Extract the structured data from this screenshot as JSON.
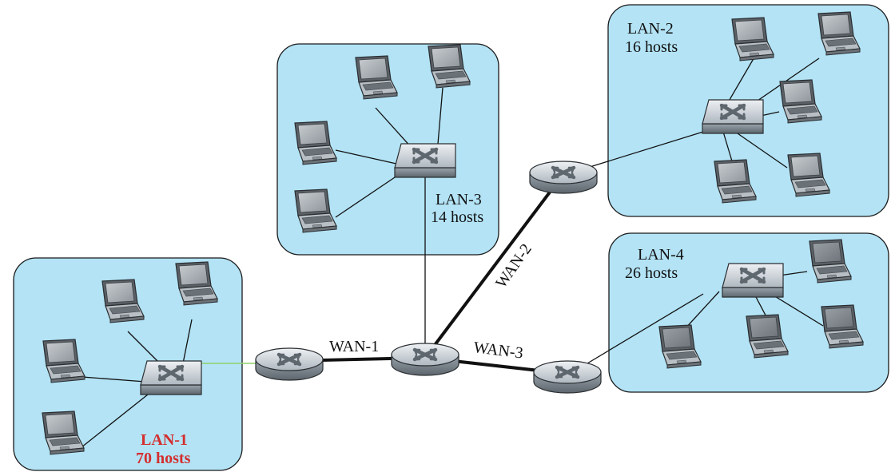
{
  "colors": {
    "lan_fill": "#b3e3f5",
    "highlight_text": "#d42e2e",
    "device_light": "#d7dde2",
    "device_dark": "#707a82",
    "wan_link": "#111111",
    "uplink_green": "#8fd16a"
  },
  "lans": [
    {
      "id": "lan-1",
      "name": "LAN-1",
      "hosts_label": "70 hosts",
      "highlighted": true
    },
    {
      "id": "lan-2",
      "name": "LAN-2",
      "hosts_label": "16 hosts",
      "highlighted": false
    },
    {
      "id": "lan-3",
      "name": "LAN-3",
      "hosts_label": "14 hosts",
      "highlighted": false
    },
    {
      "id": "lan-4",
      "name": "LAN-4",
      "hosts_label": "26 hosts",
      "highlighted": false
    }
  ],
  "wan_links": [
    {
      "id": "wan-1",
      "label": "WAN-1"
    },
    {
      "id": "wan-2",
      "label": "WAN-2"
    },
    {
      "id": "wan-3",
      "label": "WAN-3"
    }
  ],
  "icons": {
    "router": "router-icon",
    "switch": "switch-icon",
    "host": "laptop-icon"
  }
}
